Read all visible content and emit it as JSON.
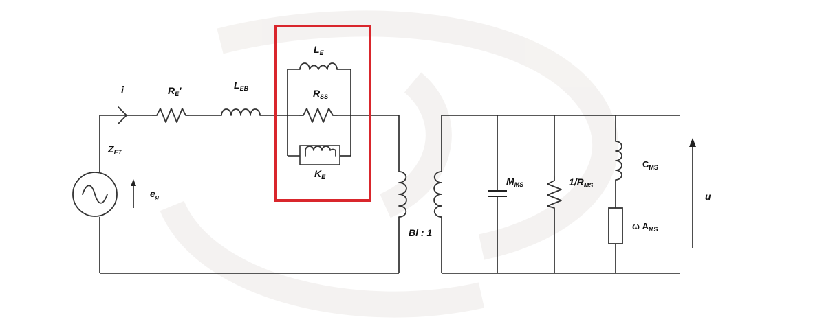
{
  "diagram": {
    "type": "equivalent-circuit",
    "highlight_color": "#d9262c",
    "line_color": "#222222",
    "watermark_color": "#ece9e6",
    "labels": {
      "current": "i",
      "re": {
        "main": "R",
        "sub": "E",
        "suffix": "'"
      },
      "leb": {
        "main": "L",
        "sub": "EB"
      },
      "le": {
        "main": "L",
        "sub": "E"
      },
      "rss": {
        "main": "R",
        "sub": "SS"
      },
      "ke": {
        "main": "K",
        "sub": "E"
      },
      "zet": {
        "main": "Z",
        "sub": "ET"
      },
      "eg": {
        "main": "e",
        "sub": "g"
      },
      "transformer": "Bl : 1",
      "mms": {
        "main": "M",
        "sub": "MS"
      },
      "rms": {
        "main": "1/R",
        "sub": "MS"
      },
      "cms": {
        "main": "C",
        "sub": "MS"
      },
      "ams": {
        "main": "ω A",
        "sub": "MS"
      },
      "u": "u"
    }
  }
}
